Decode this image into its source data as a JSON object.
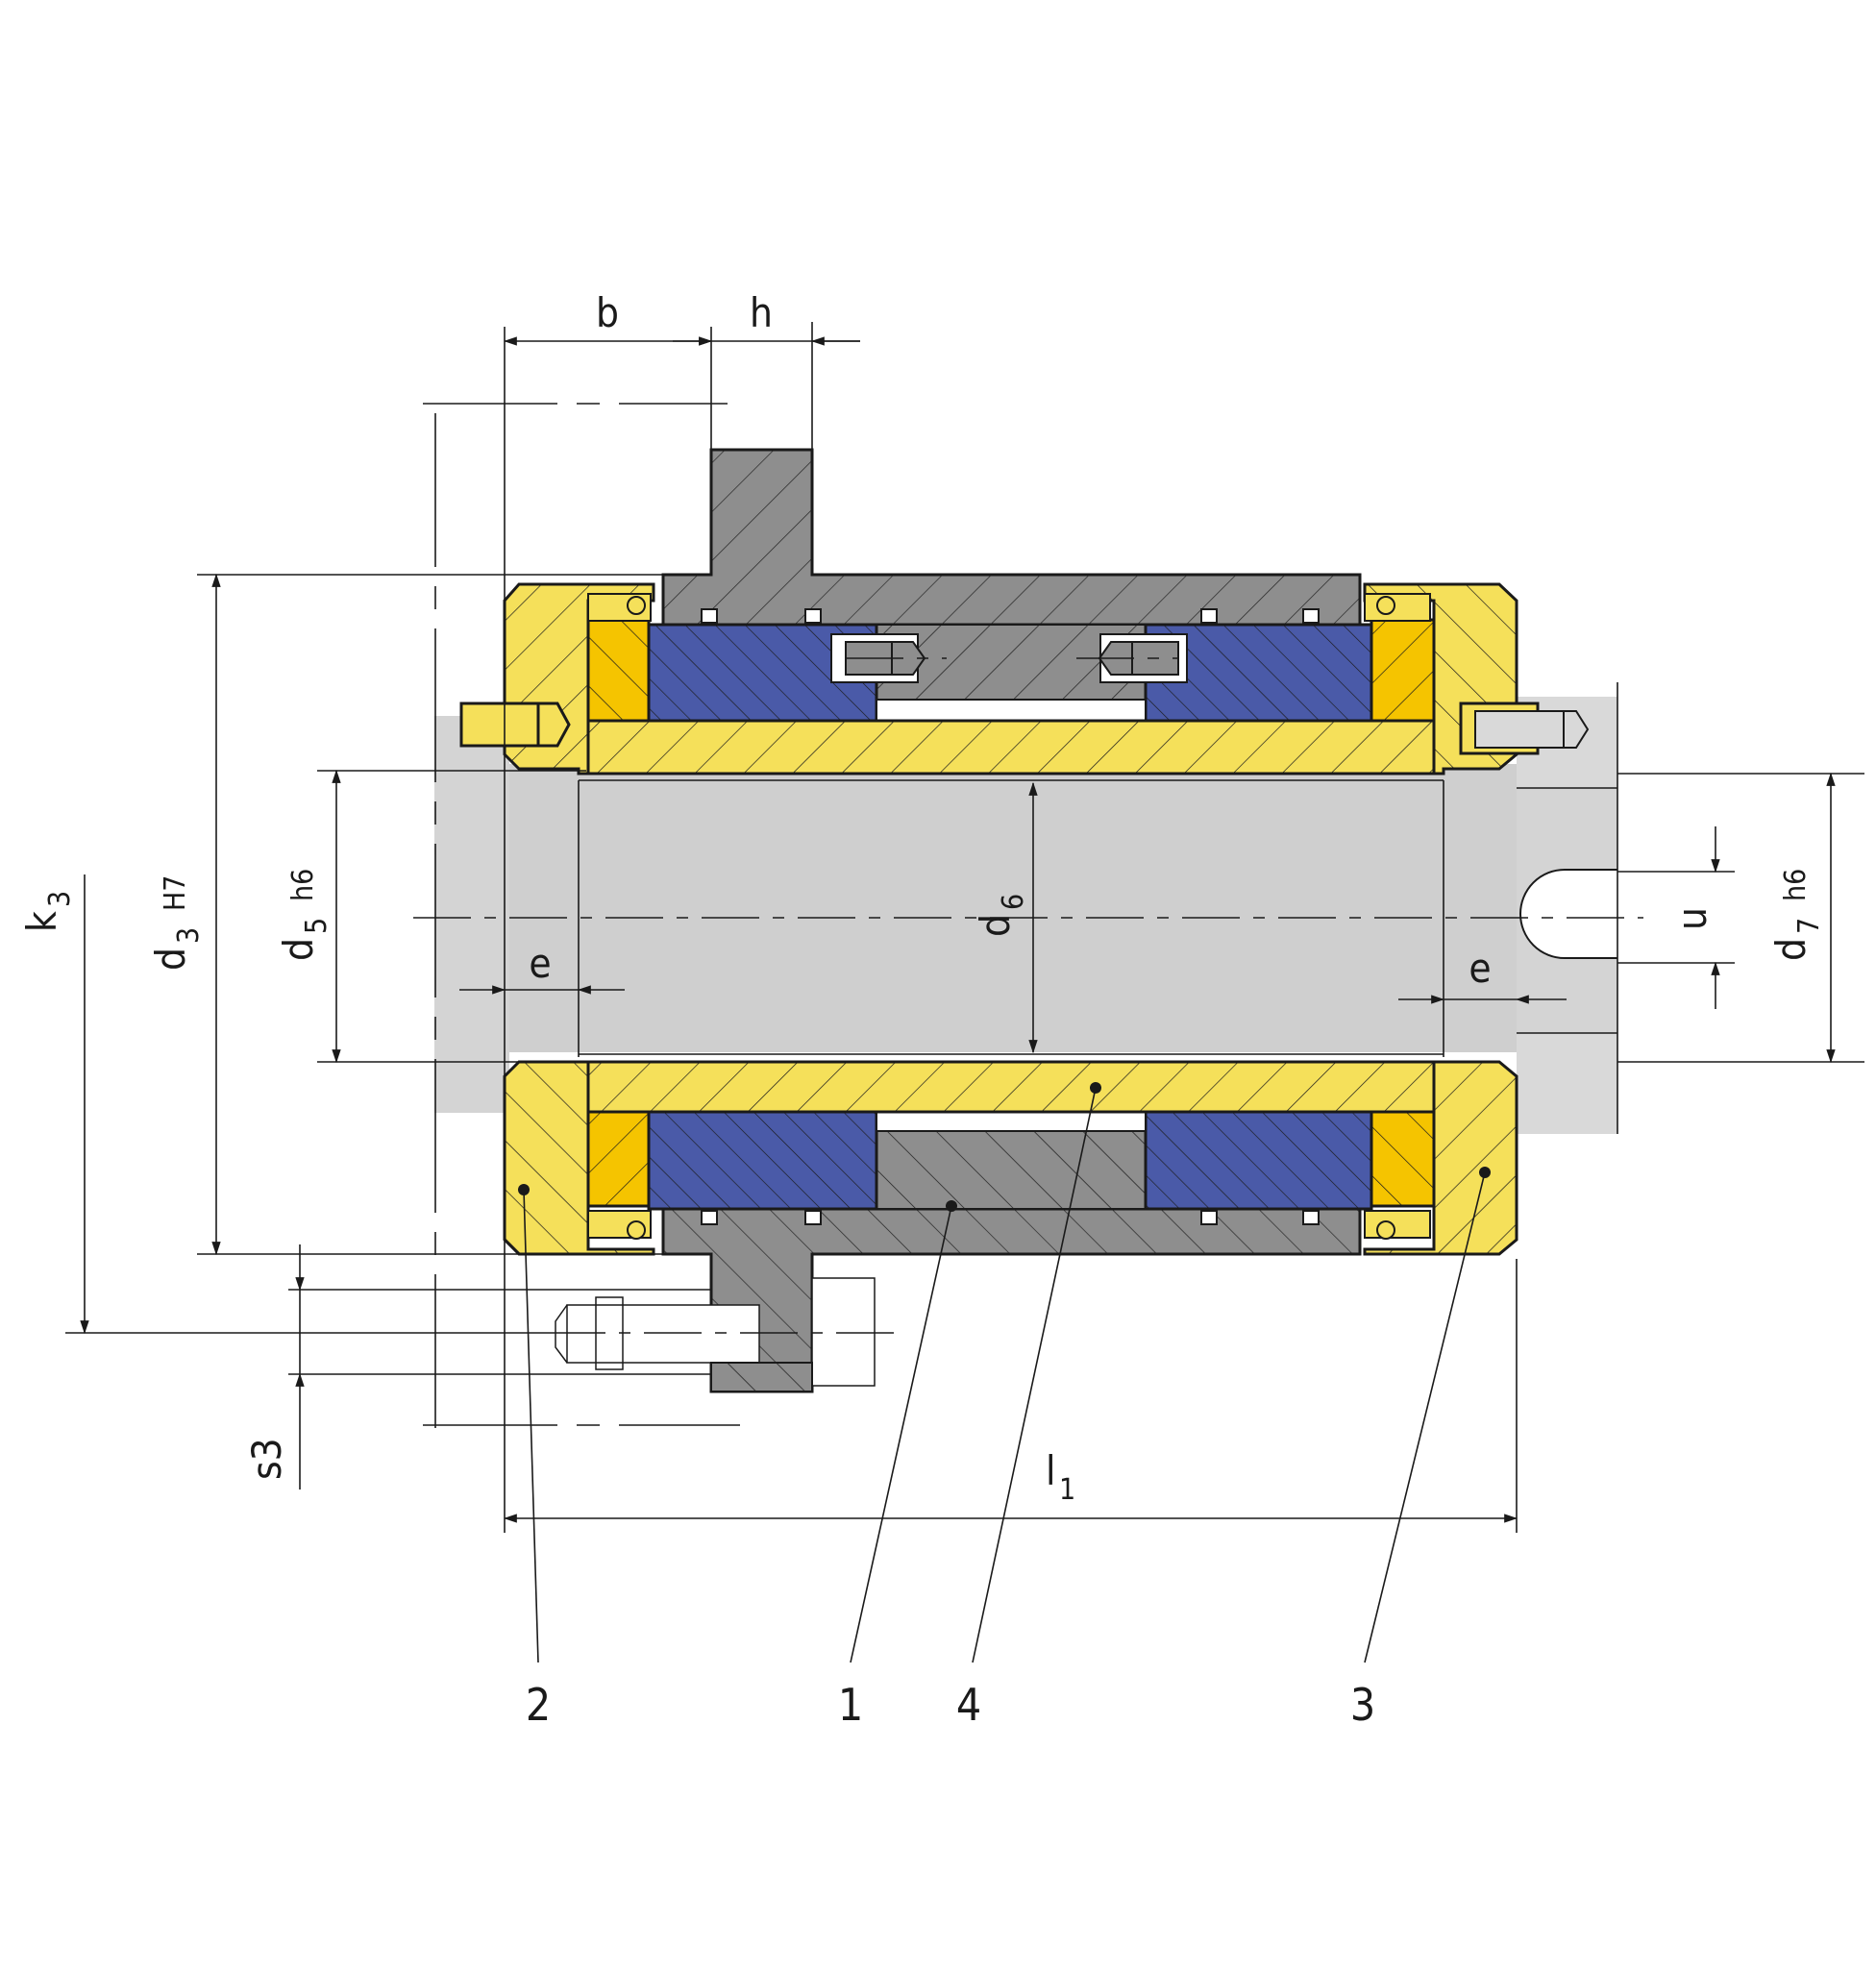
{
  "colors": {
    "yellow": "#f5e05a",
    "yellow_dark": "#f5c400",
    "blue": "#4a5aa8",
    "grey_dark": "#8e8e8e",
    "grey_light": "#cfcfcf",
    "grey_shaft_end": "#d9d9d9"
  },
  "dimensions": {
    "b": "b",
    "h": "h",
    "k3_main": "k",
    "k3_sub": "3",
    "d3_main": "d",
    "d3_sub": "3",
    "d3_tol": "H7",
    "d5_main": "d",
    "d5_sub": "5",
    "d5_tol": "h6",
    "d6_main": "d",
    "d6_sub": "6",
    "e_left": "e",
    "e_right": "e",
    "u": "u",
    "d7_main": "d",
    "d7_sub": "7",
    "d7_tol": "h6",
    "s3": "s3",
    "l1_main": "l",
    "l1_sub": "1"
  },
  "callouts": {
    "part_2": "2",
    "part_1": "1",
    "part_4": "4",
    "part_3": "3"
  }
}
